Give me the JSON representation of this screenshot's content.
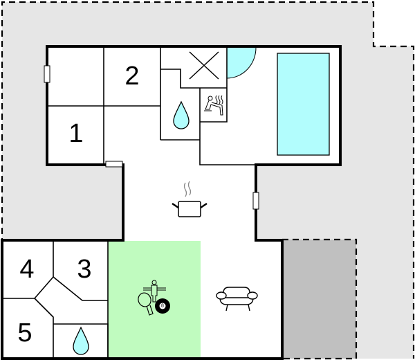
{
  "plan": {
    "colors": {
      "outdoor_area": "#e6e6e6",
      "terrace": "#c0c0c0",
      "floor": "#ffffff",
      "game_room": "#c0fbbf",
      "water": "#b2fdfd",
      "wall": "#000000"
    },
    "rooms": [
      {
        "id": "room-1",
        "label": "1"
      },
      {
        "id": "room-2",
        "label": "2"
      },
      {
        "id": "room-3",
        "label": "3"
      },
      {
        "id": "room-4",
        "label": "4"
      },
      {
        "id": "room-5",
        "label": "5"
      }
    ],
    "icons": [
      {
        "name": "shower-drop-icon",
        "room": "bathroom-upper"
      },
      {
        "name": "shower-drop-icon",
        "room": "bathroom-lower"
      },
      {
        "name": "sauna-icon",
        "room": "sauna"
      },
      {
        "name": "cooking-pot-icon",
        "room": "kitchen"
      },
      {
        "name": "armchair-icon",
        "room": "living-room"
      },
      {
        "name": "table-tennis-icon",
        "room": "game-room"
      },
      {
        "name": "foosball-icon",
        "room": "game-room"
      },
      {
        "name": "billiard-ball-icon",
        "room": "game-room",
        "label": "8"
      },
      {
        "name": "swimming-pool",
        "room": "pool-hall"
      },
      {
        "name": "technical-room-x",
        "room": "technical"
      }
    ]
  }
}
